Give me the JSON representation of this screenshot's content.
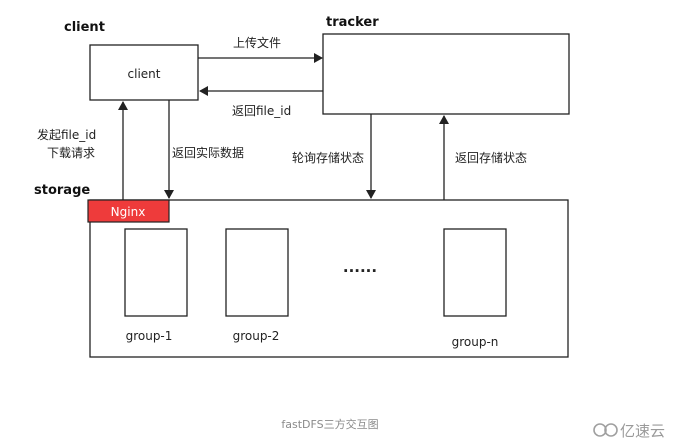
{
  "headings": {
    "client": "client",
    "tracker": "tracker",
    "storage": "storage"
  },
  "client_box_label": "client",
  "nginx_label": "Nginx",
  "groups": [
    "group-1",
    "group-2",
    "group-n"
  ],
  "ellipsis": "......",
  "arrows": {
    "upload": "上传文件",
    "return_file_id": "返回file_id",
    "download_line1": "发起file_id",
    "download_line2": "下载请求",
    "return_data": "返回实际数据",
    "poll_status": "轮询存储状态",
    "return_status": "返回存储状态"
  },
  "caption": "fastDFS三方交互图",
  "watermark": "亿速云",
  "colors": {
    "nginx_fill": "#ee3b3b",
    "line": "#222222"
  }
}
